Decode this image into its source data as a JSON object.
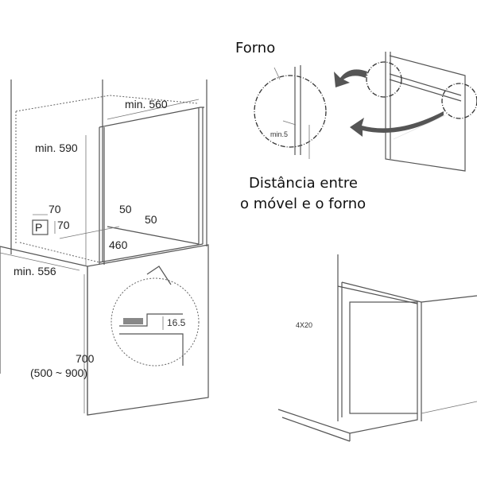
{
  "labels": {
    "forno": "Forno",
    "caption_line1": "Distância entre",
    "caption_line2": "o móvel e o forno",
    "min5": "min.5",
    "min560": "min. 560",
    "min590": "min. 590",
    "w70": "70",
    "h70": "70",
    "p": "P",
    "d50a": "50",
    "d50b": "50",
    "d460": "460",
    "min556": "min. 556",
    "d16_5": "16.5",
    "h700": "700",
    "range": "(500 ~ 900)",
    "screws": "4X20"
  }
}
